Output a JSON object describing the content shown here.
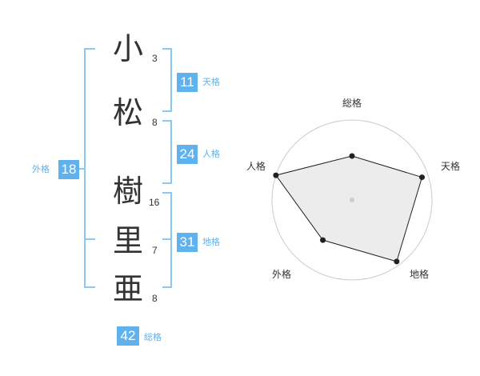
{
  "name": {
    "characters": [
      {
        "char": "小",
        "strokes": "3"
      },
      {
        "char": "松",
        "strokes": "8"
      },
      {
        "char": "樹",
        "strokes": "16"
      },
      {
        "char": "里",
        "strokes": "7"
      },
      {
        "char": "亜",
        "strokes": "8"
      }
    ]
  },
  "kakusu": {
    "tenkaku": {
      "value": "11",
      "label": "天格"
    },
    "jinkaku": {
      "value": "24",
      "label": "人格"
    },
    "chikaku": {
      "value": "31",
      "label": "地格"
    },
    "gaikaku": {
      "value": "18",
      "label": "外格"
    },
    "soukaku": {
      "value": "42",
      "label": "総格"
    }
  },
  "colors": {
    "accent": "#5fb2ee",
    "bracket": "#8ac8f2",
    "text": "#333333",
    "radar_fill": "#f2f2f2",
    "radar_ring": "#cccccc"
  },
  "chart_data": {
    "type": "radar",
    "axes": [
      "総格",
      "天格",
      "地格",
      "外格",
      "人格"
    ],
    "values": [
      0.55,
      0.92,
      0.95,
      0.62,
      1.0
    ],
    "rings": 4,
    "grid": true
  }
}
